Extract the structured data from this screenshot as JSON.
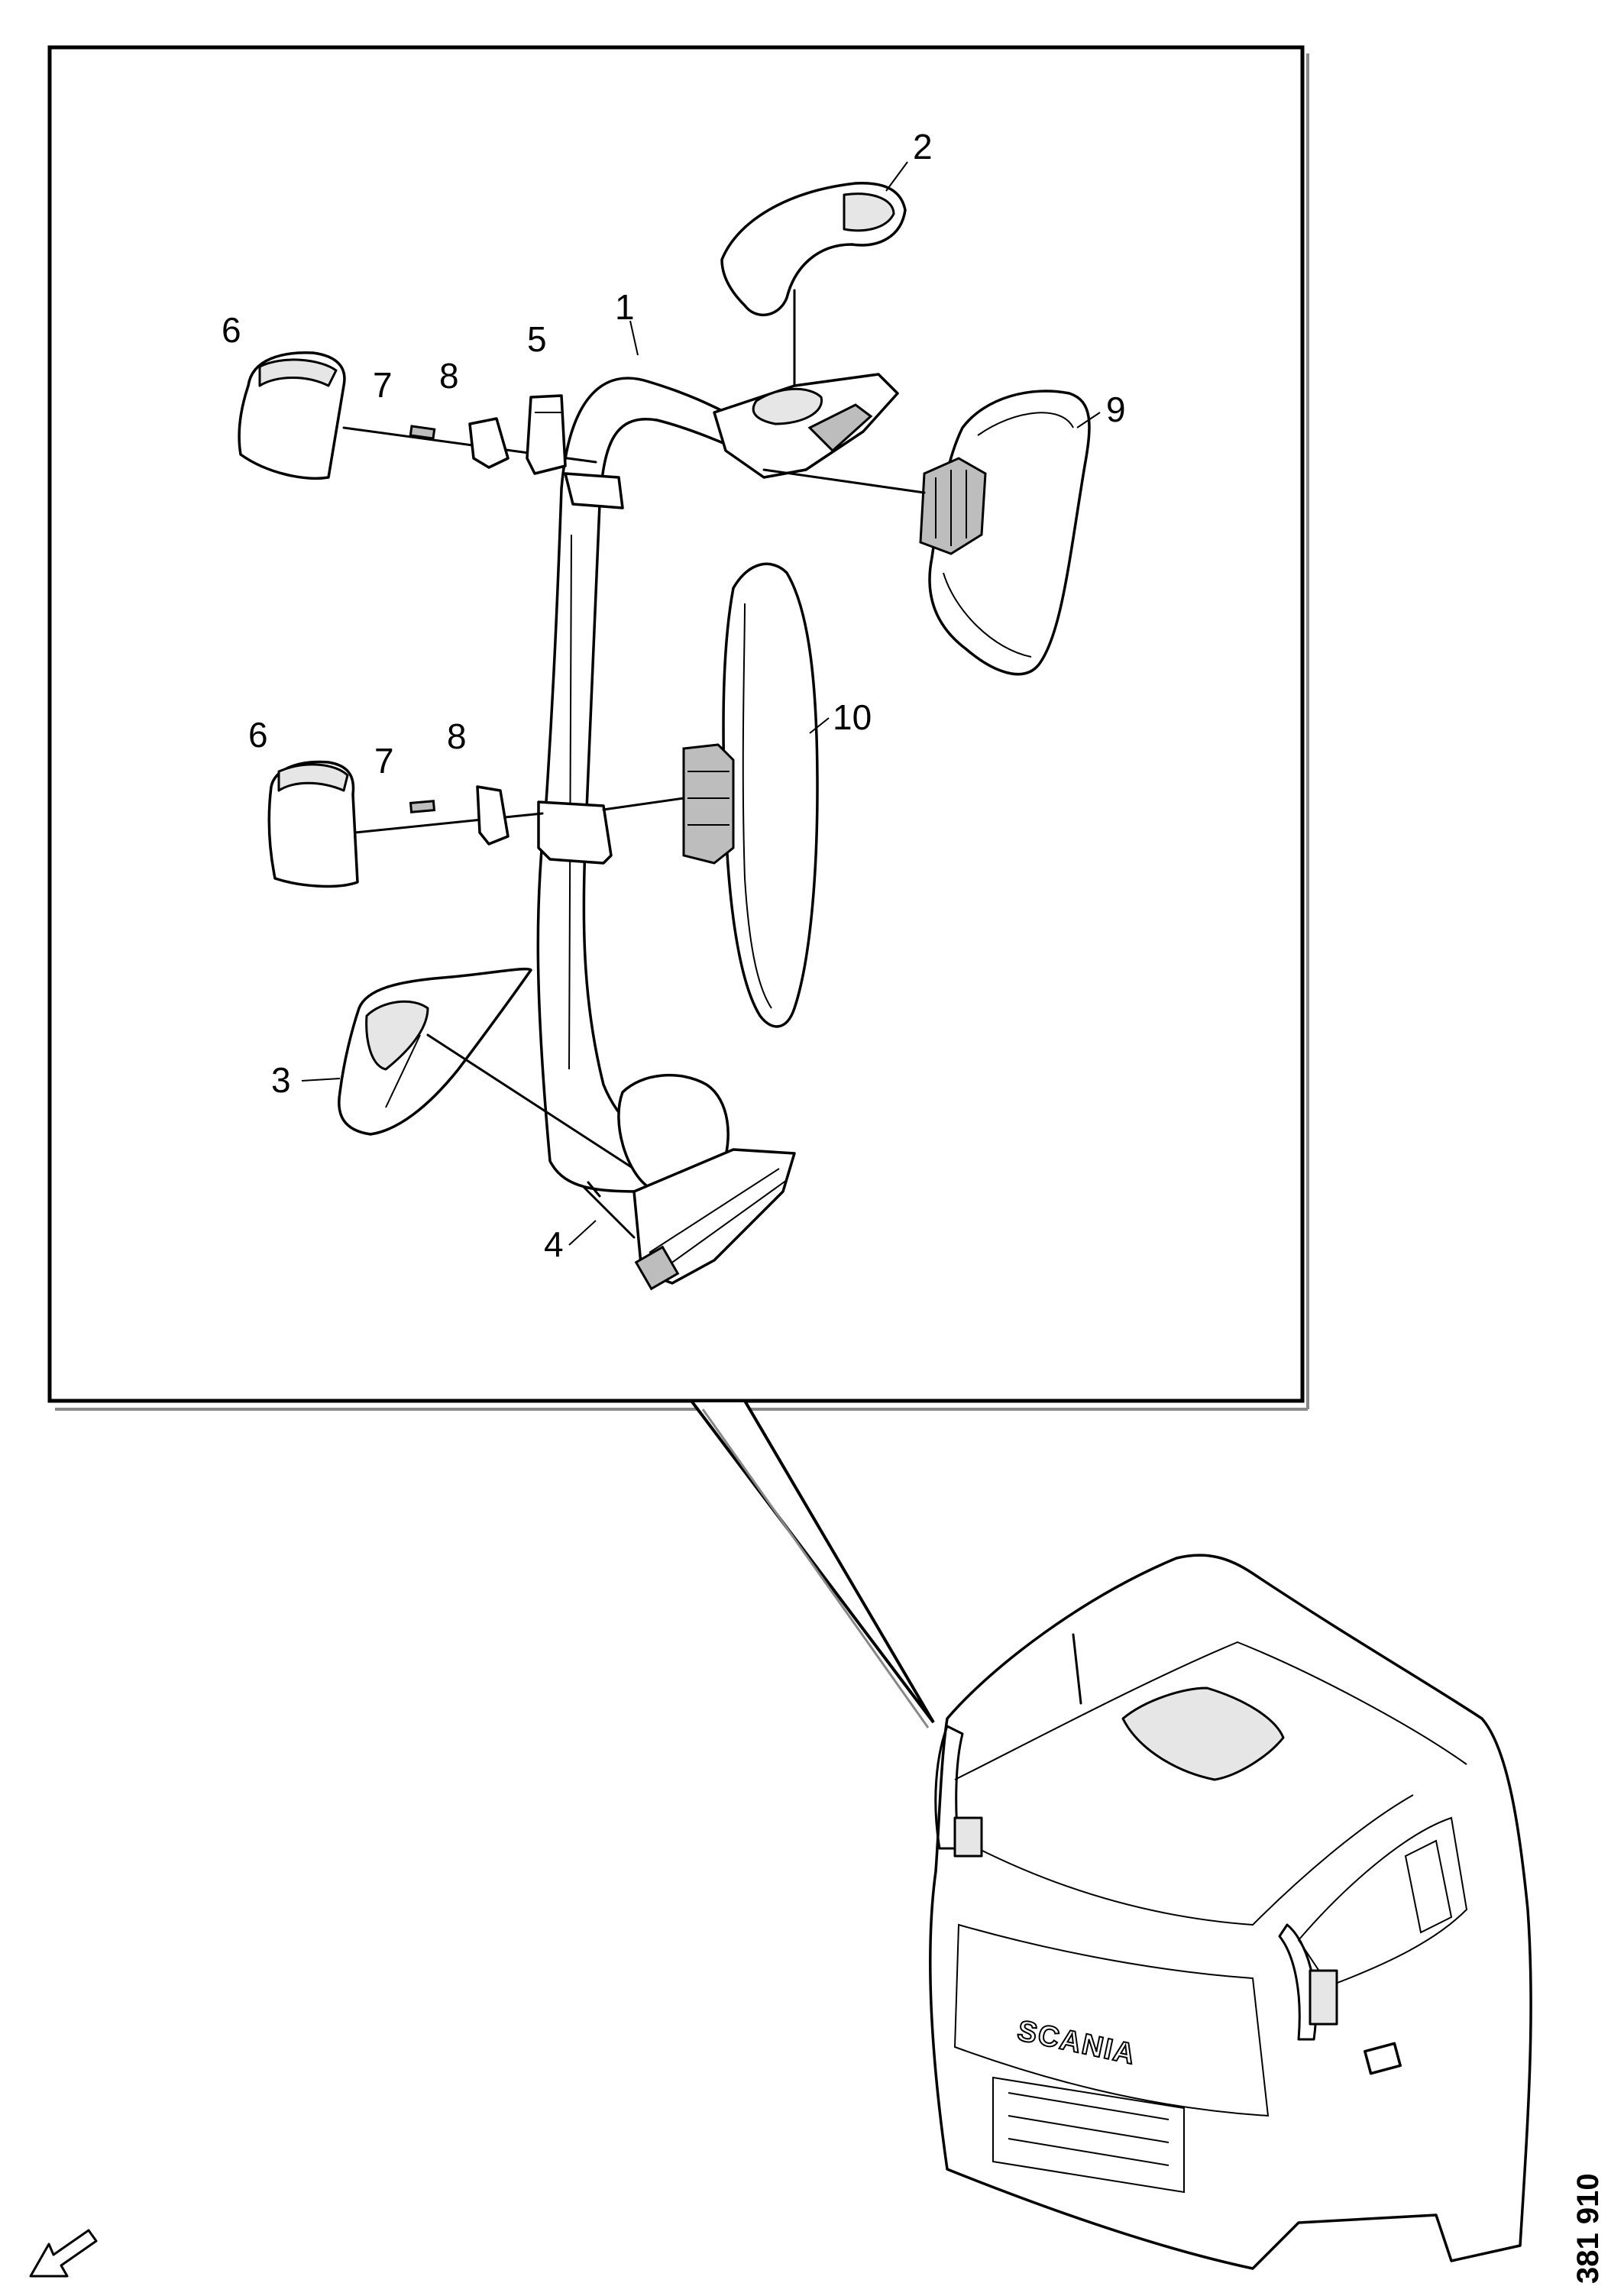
{
  "diagram": {
    "callouts": [
      {
        "id": "1",
        "label": "1"
      },
      {
        "id": "2",
        "label": "2"
      },
      {
        "id": "3",
        "label": "3"
      },
      {
        "id": "4",
        "label": "4"
      },
      {
        "id": "5",
        "label": "5"
      },
      {
        "id": "6a",
        "label": "6"
      },
      {
        "id": "7a",
        "label": "7"
      },
      {
        "id": "8a",
        "label": "8"
      },
      {
        "id": "9",
        "label": "9"
      },
      {
        "id": "6b",
        "label": "6"
      },
      {
        "id": "7b",
        "label": "7"
      },
      {
        "id": "8b",
        "label": "8"
      },
      {
        "id": "10",
        "label": "10"
      }
    ],
    "reference_number": "381 910",
    "cab_logo": "SCANIA",
    "icons": {
      "direction": "arrow-down-left-icon"
    }
  }
}
